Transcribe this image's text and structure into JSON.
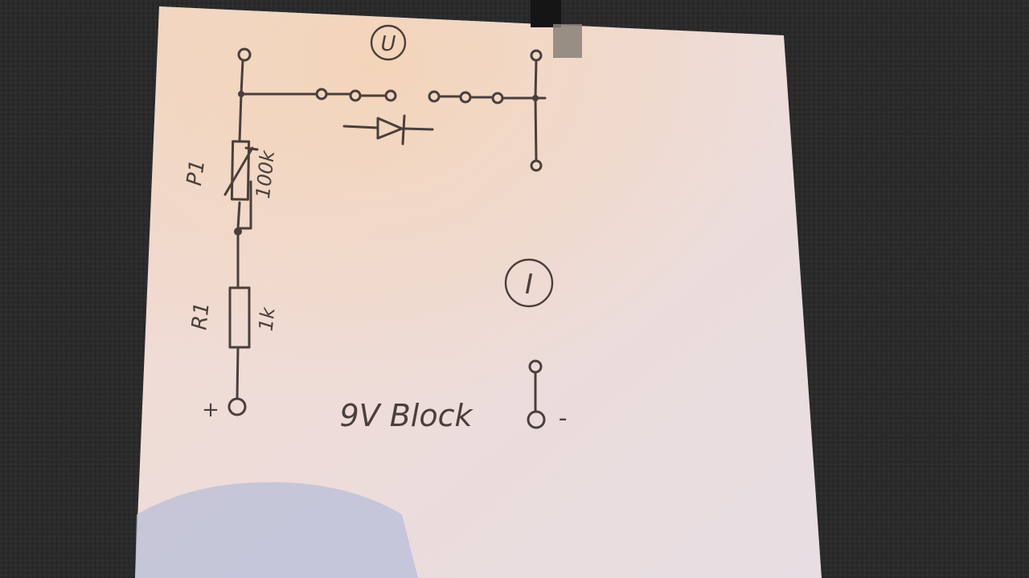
{
  "labels": {
    "meter_u": "U",
    "meter_i": "I",
    "pot_name": "P1",
    "pot_value": "100k",
    "res_name": "R1",
    "res_value": "1k",
    "plus": "+",
    "minus": "-",
    "battery": "9V Block"
  },
  "colors": {
    "background": "#2b2b2b",
    "paper": "#ecdcd6",
    "ink": "#4a3f3c"
  }
}
